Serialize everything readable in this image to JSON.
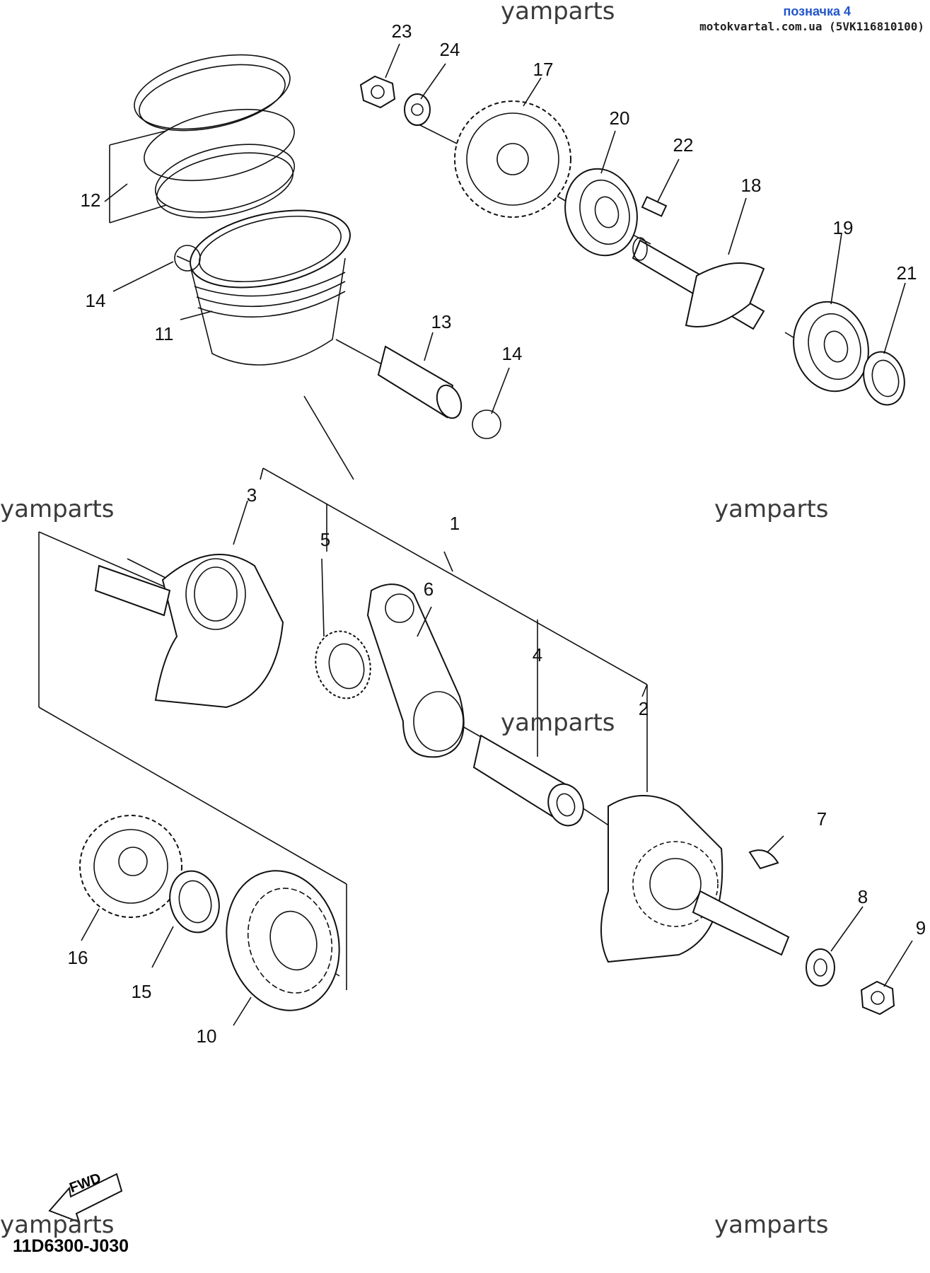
{
  "header": {
    "title": "позначка 4",
    "subtitle": "motokvartal.com.ua (5VK116810100)"
  },
  "watermark": "yamparts",
  "part_code": "11D6300-J030",
  "fwd_label": "FWD",
  "callouts": [
    "1",
    "2",
    "3",
    "4",
    "5",
    "6",
    "7",
    "8",
    "9",
    "10",
    "11",
    "12",
    "13",
    "14",
    "14",
    "15",
    "16",
    "17",
    "18",
    "19",
    "20",
    "21",
    "22",
    "23",
    "24"
  ],
  "colors": {
    "header_title": "#2255cc",
    "line": "#111111",
    "watermark": "#3a3a3a"
  }
}
